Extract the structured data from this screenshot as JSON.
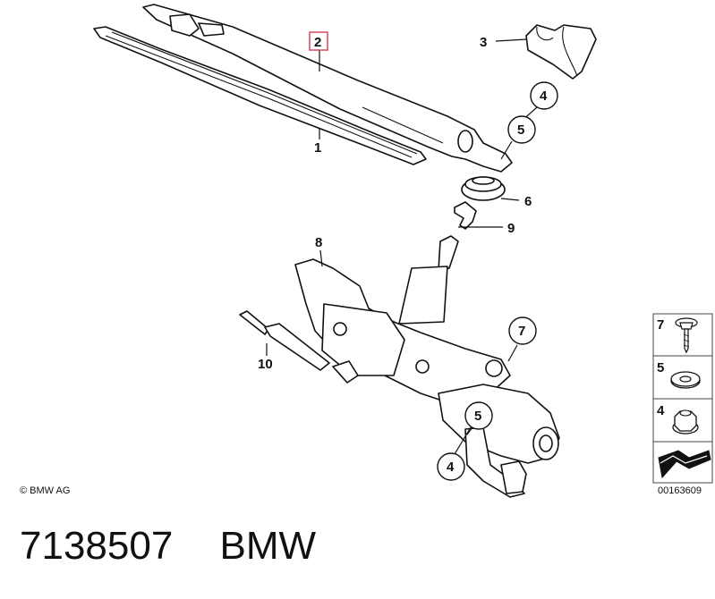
{
  "diagram": {
    "callouts": {
      "c1": "1",
      "c2": "2",
      "c3": "3",
      "c4_top": "4",
      "c5_top": "5",
      "c6": "6",
      "c8": "8",
      "c9": "9",
      "c10": "10",
      "c7_main": "7",
      "c5_bottom": "5",
      "c4_bottom": "4"
    },
    "legend": {
      "items": [
        {
          "num": "7",
          "icon": "bolt-icon"
        },
        {
          "num": "5",
          "icon": "washer-icon"
        },
        {
          "num": "4",
          "icon": "nut-icon"
        }
      ],
      "diagram_code": "00163609"
    },
    "copyright": "© BMW AG",
    "highlight_color": "#d9485f"
  },
  "caption": {
    "part_number": "7138507",
    "brand": "BMW"
  }
}
